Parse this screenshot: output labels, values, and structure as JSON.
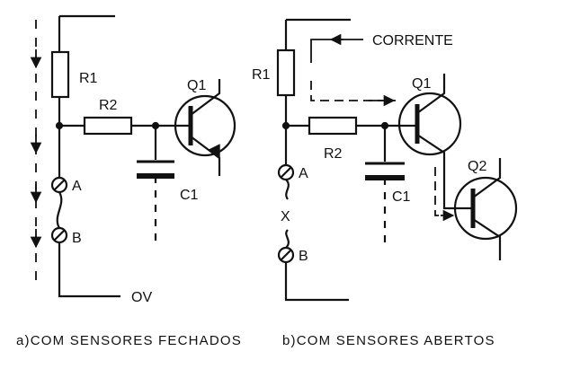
{
  "colors": {
    "ink": "#111111",
    "paper": "#ffffff"
  },
  "circuit_a": {
    "labels": {
      "r1": "R1",
      "r2": "R2",
      "q1": "Q1",
      "c1": "C1",
      "a": "A",
      "b": "B",
      "ov": "OV"
    },
    "caption": "a)COM SENSORES FECHADOS"
  },
  "circuit_b": {
    "labels": {
      "r1": "R1",
      "r2": "R2",
      "q1": "Q1",
      "q2": "Q2",
      "c1": "C1",
      "a": "A",
      "x": "X",
      "b": "B",
      "corrente": "CORRENTE"
    },
    "caption": "b)COM SENSORES ABERTOS"
  }
}
